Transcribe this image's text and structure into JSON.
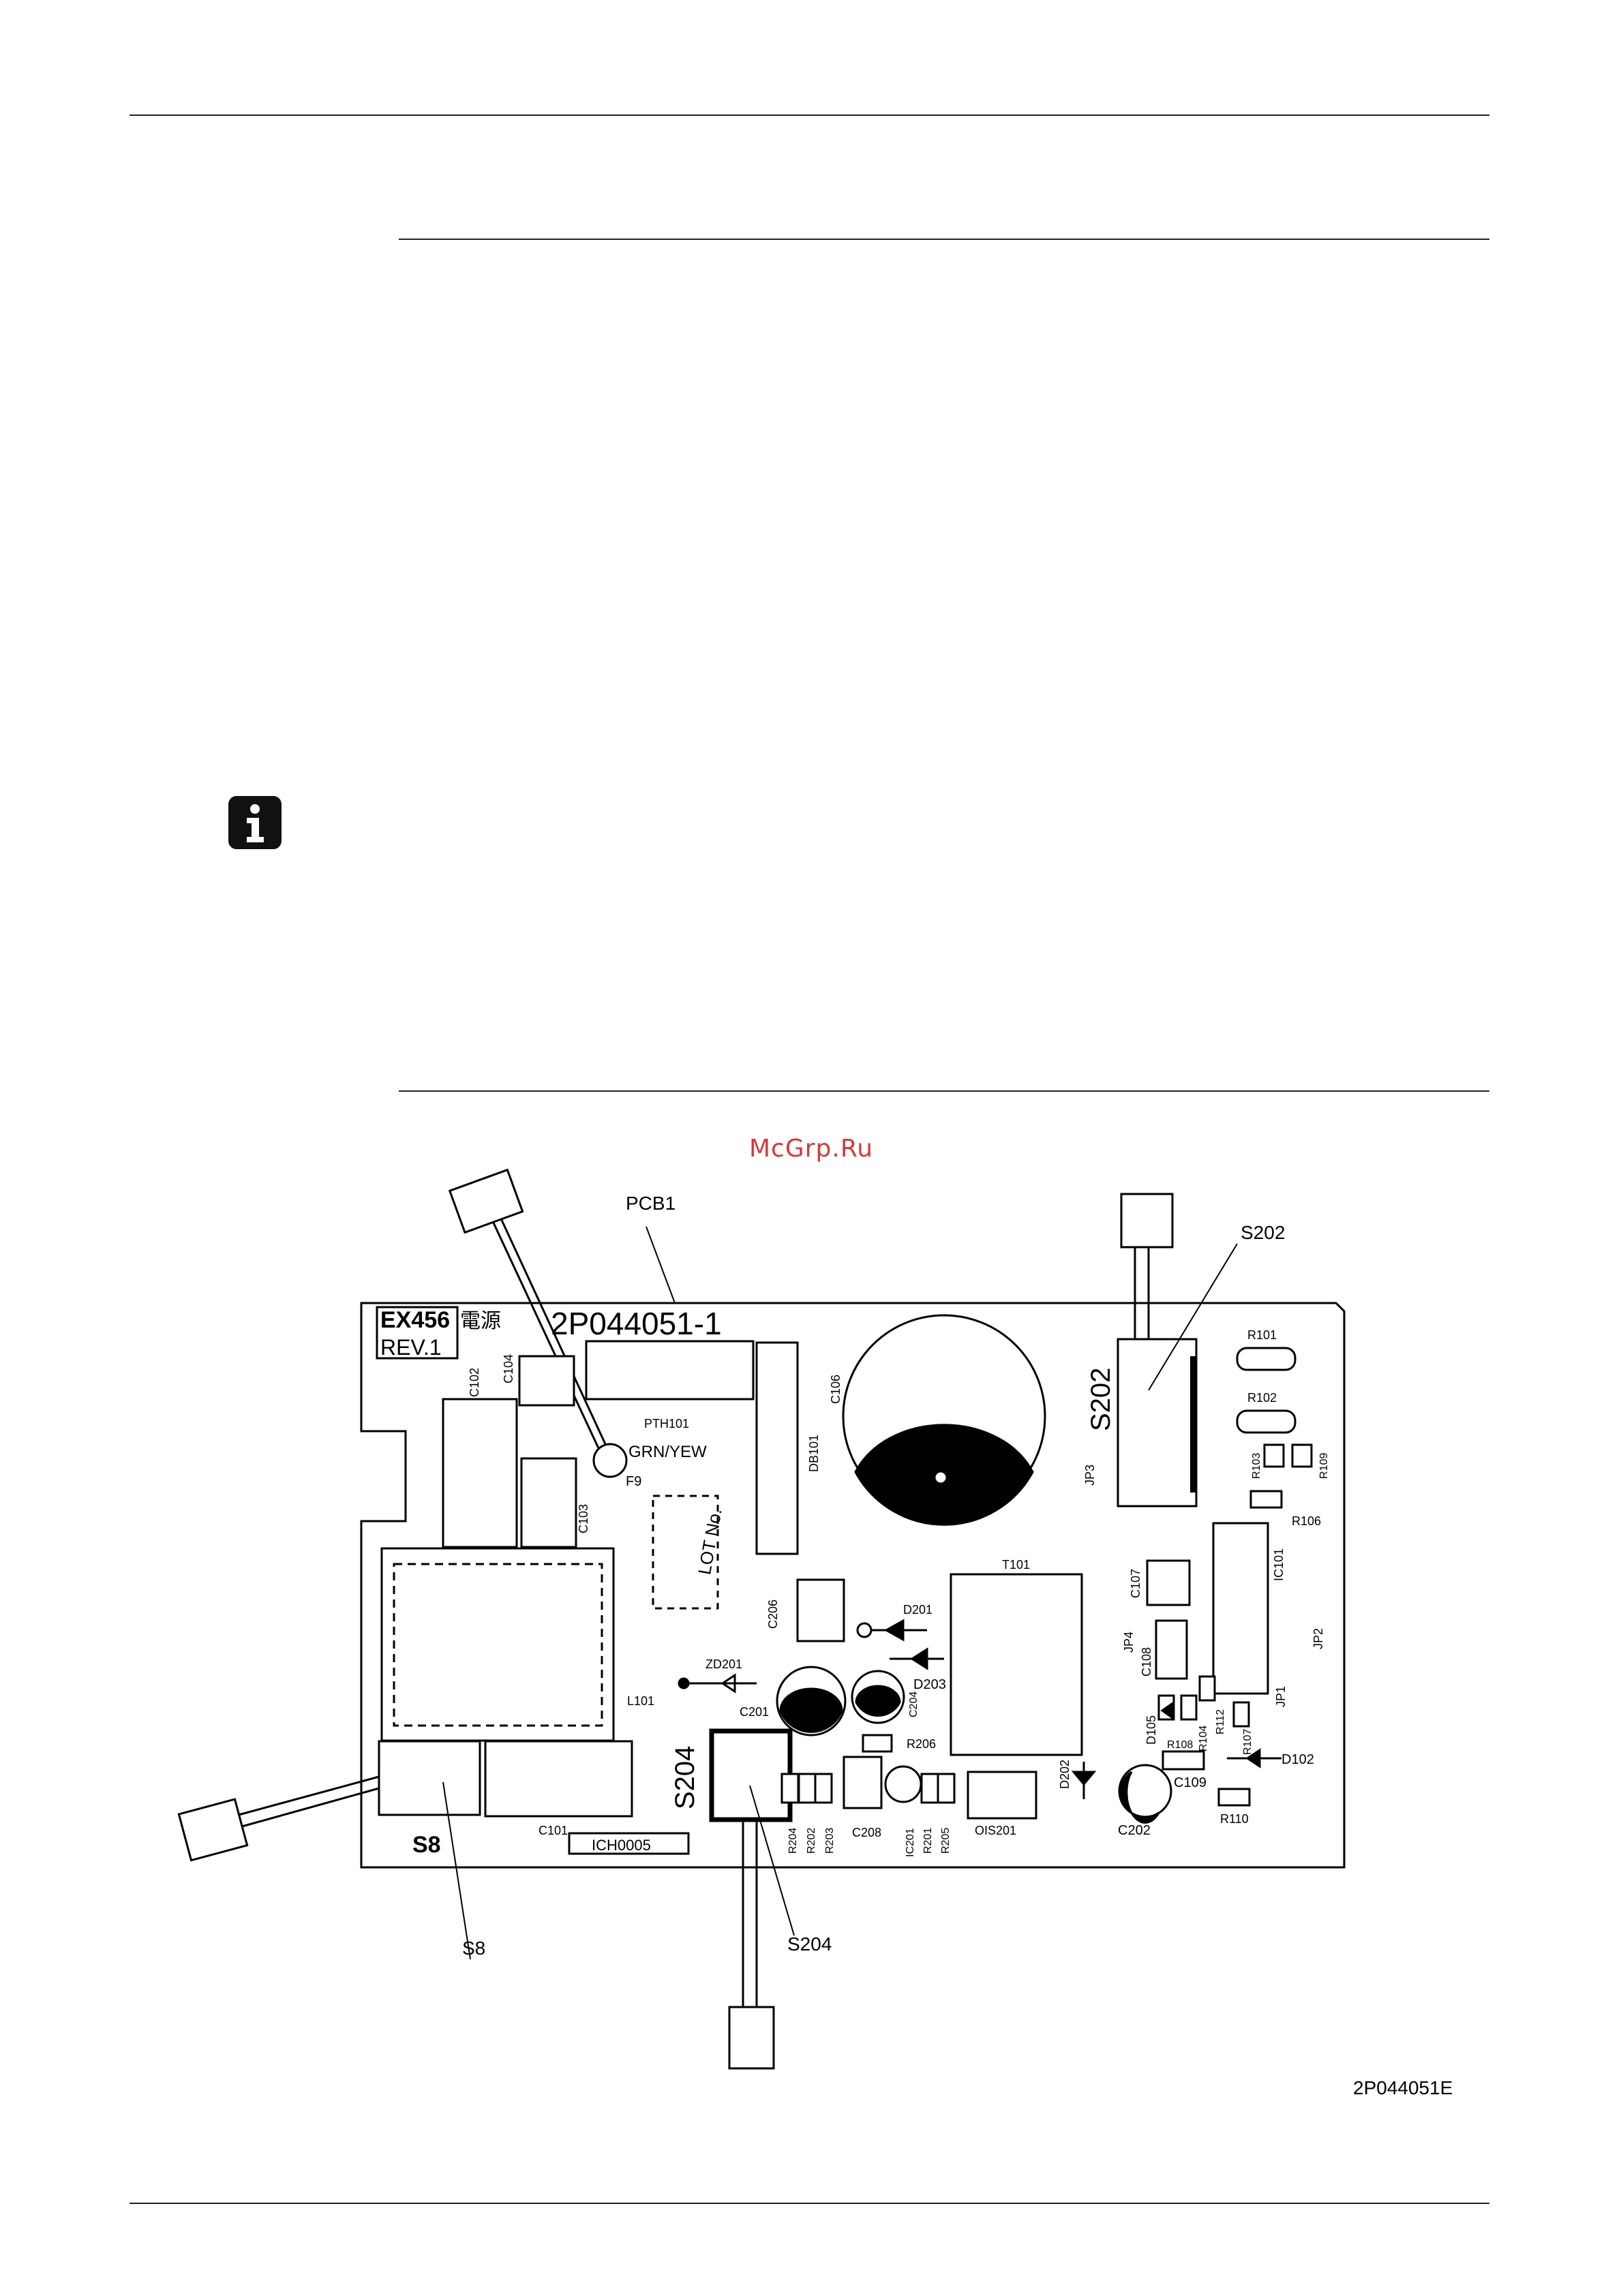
{
  "watermark": "McGrp.Ru",
  "figure": {
    "callouts": {
      "pcb": "PCB1",
      "s202": "S202",
      "s8": "S8",
      "s204": "S204"
    },
    "drawing_number": "2P044051E",
    "silkscreen": {
      "board_id": "EX456",
      "board_kanji": "電源",
      "revision": "REV.1",
      "part_number": "2P044051-1",
      "lot_label": "LOT No.",
      "pth": "PTH101",
      "grn_yew": "GRN/YEW",
      "f": "F9",
      "connector_s202": "S202",
      "connector_s204": "S204",
      "connector_s8": "S8",
      "lot_code": "ICH0005",
      "labels": [
        "C102",
        "C104",
        "C103",
        "C106",
        "DB101",
        "JP3",
        "R101",
        "R102",
        "R103",
        "R109",
        "R106",
        "IC101",
        "C107",
        "JP4",
        "C108",
        "JP1",
        "JP2",
        "D105",
        "R104",
        "R112",
        "R107",
        "D102",
        "R108",
        "C109",
        "R110",
        "C202",
        "D202",
        "OIS201",
        "T101",
        "D201",
        "D203",
        "C204",
        "ZD201",
        "C201",
        "L101",
        "C206",
        "R206",
        "R204",
        "R202",
        "R203",
        "C208",
        "IC201",
        "R201",
        "R205",
        "C101"
      ]
    }
  }
}
